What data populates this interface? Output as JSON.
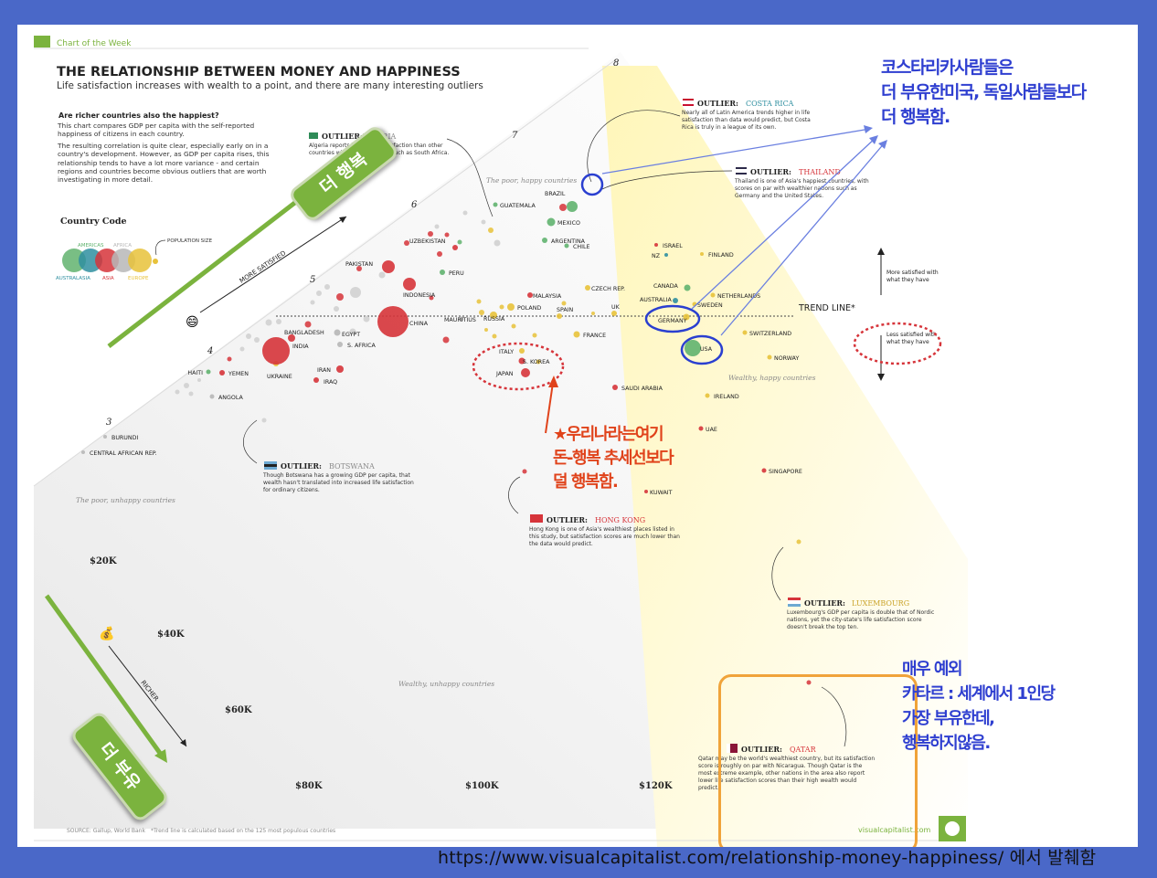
{
  "header": {
    "tag": "Chart of the Week",
    "title": "THE RELATIONSHIP BETWEEN MONEY AND HAPPINESS",
    "subtitle": "Life satisfaction increases with wealth to a point, and there are many interesting outliers",
    "intro_heading": "Are richer countries also the happiest?",
    "intro_p1": "This chart compares GDP per capita with the self-reported happiness of citizens in each country.",
    "intro_p2": "The resulting correlation is quite clear, especially early on in a country's development. However, as GDP per capita rises, this relationship tends to have a lot more variance - and certain regions and countries become obvious outliers that are worth investigating in more detail."
  },
  "legend": {
    "title": "Country Code",
    "population_label": "POPULATION SIZE",
    "regions": [
      {
        "name": "AMERICAS",
        "color": "#61b36f"
      },
      {
        "name": "AFRICA",
        "color": "#b7b7b7"
      },
      {
        "name": "AUSTRALASIA",
        "color": "#2f8fa0"
      },
      {
        "name": "ASIA",
        "color": "#d6343a"
      },
      {
        "name": "EUROPE",
        "color": "#e8c23a"
      }
    ]
  },
  "axes": {
    "satisfaction_ticks": [
      "3",
      "4",
      "5",
      "6",
      "7",
      "8"
    ],
    "gdp_ticks": [
      "$20K",
      "$40K",
      "$60K",
      "$80K",
      "$100K",
      "$120K"
    ],
    "more_satisfied": "MORE SATISFIED",
    "richer": "RICHER",
    "trend_line": "TREND LINE*",
    "above_label": "More satisfied with what they have",
    "below_label": "Less satisfied with what they have"
  },
  "quadrants": {
    "poor_happy": "The poor, happy countries",
    "poor_unhappy": "The poor, unhappy countries",
    "wealthy_happy": "Wealthy, happy countries",
    "wealthy_unhappy": "Wealthy, unhappy countries"
  },
  "outliers": [
    {
      "key": "algeria",
      "label": "OUTLIER:",
      "name": "ALGERIA",
      "text": "Algeria reports higher life satisfaction than other countries with similar wealth, such as South Africa."
    },
    {
      "key": "costa_rica",
      "label": "OUTLIER:",
      "name": "COSTA RICA",
      "text": "Nearly all of Latin America trends higher in life satisfaction than data would predict, but Costa Rica is truly in a league of its own."
    },
    {
      "key": "thailand",
      "label": "OUTLIER:",
      "name": "THAILAND",
      "text": "Thailand is one of Asia's happiest countries, with scores on par with wealthier nations such as Germany and the United States."
    },
    {
      "key": "botswana",
      "label": "OUTLIER:",
      "name": "BOTSWANA",
      "text": "Though Botswana has a growing GDP per capita, that wealth hasn't translated into increased life satisfaction for ordinary citizens."
    },
    {
      "key": "hong_kong",
      "label": "OUTLIER:",
      "name": "HONG KONG",
      "text": "Hong Kong is one of Asia's wealthiest places listed in this study, but satisfaction scores are much lower than the data would predict."
    },
    {
      "key": "luxembourg",
      "label": "OUTLIER:",
      "name": "LUXEMBOURG",
      "text": "Luxembourg's GDP per capita is double that of Nordic nations, yet the city-state's life satisfaction score doesn't break the top ten."
    },
    {
      "key": "qatar",
      "label": "OUTLIER:",
      "name": "QATAR",
      "text": "Qatar may be the world's wealthiest country, but its satisfaction score is roughly on par with Nicaragua. Though Qatar is the most extreme example, other nations in the area also report lower life satisfaction scores than their high wealth would predict."
    }
  ],
  "footer": {
    "source": "SOURCE: Gallup, World Bank",
    "note": "*Trend line is calculated based on the 125 most populous countries",
    "brand": "visualcapitalist.com"
  },
  "annotations": {
    "happier": "더 행복",
    "richer": "더 부유",
    "costa_rica_note": [
      "코스타리카사람들은",
      "더 부유한미국, 독일사람들보다",
      "더 행복함."
    ],
    "korea_note": [
      "★우리나라는여기",
      "돈-행복 추세선보다",
      "덜 행복함."
    ],
    "qatar_note": [
      "매우 예외",
      "카타르 : 세계에서 1인당",
      "가장 부유한데,",
      "행복하지않음."
    ],
    "source_url": "https://www.visualcapitalist.com/relationship-money-happiness/ 에서 발췌함"
  },
  "chart_data": {
    "type": "scatter",
    "title": "THE RELATIONSHIP BETWEEN MONEY AND HAPPINESS",
    "ylabel": "MORE SATISFIED",
    "xlabel": "RICHER",
    "points": [
      {
        "name": "BURUNDI",
        "region": "AFRICA"
      },
      {
        "name": "CENTRAL AFRICAN REP.",
        "region": "AFRICA"
      },
      {
        "name": "HAITI",
        "region": "AMERICAS"
      },
      {
        "name": "YEMEN",
        "region": "ASIA"
      },
      {
        "name": "ANGOLA",
        "region": "AFRICA"
      },
      {
        "name": "UKRAINE",
        "region": "EUROPE"
      },
      {
        "name": "INDIA",
        "region": "ASIA"
      },
      {
        "name": "BANGLADESH",
        "region": "ASIA"
      },
      {
        "name": "EGYPT",
        "region": "AFRICA"
      },
      {
        "name": "S. AFRICA",
        "region": "AFRICA"
      },
      {
        "name": "IRAN",
        "region": "ASIA"
      },
      {
        "name": "IRAQ",
        "region": "ASIA"
      },
      {
        "name": "PAKISTAN",
        "region": "ASIA"
      },
      {
        "name": "INDONESIA",
        "region": "ASIA"
      },
      {
        "name": "CHINA",
        "region": "ASIA"
      },
      {
        "name": "UZBEKISTAN",
        "region": "ASIA"
      },
      {
        "name": "PERU",
        "region": "AMERICAS"
      },
      {
        "name": "MAURITIUS",
        "region": "AFRICA"
      },
      {
        "name": "RUSSIA",
        "region": "EUROPE"
      },
      {
        "name": "GUATEMALA",
        "region": "AMERICAS"
      },
      {
        "name": "BRAZIL",
        "region": "AMERICAS"
      },
      {
        "name": "MEXICO",
        "region": "AMERICAS"
      },
      {
        "name": "ARGENTINA",
        "region": "AMERICAS"
      },
      {
        "name": "CHILE",
        "region": "AMERICAS"
      },
      {
        "name": "MALAYSIA",
        "region": "ASIA"
      },
      {
        "name": "POLAND",
        "region": "EUROPE"
      },
      {
        "name": "SPAIN",
        "region": "EUROPE"
      },
      {
        "name": "CZECH REP.",
        "region": "EUROPE"
      },
      {
        "name": "UK",
        "region": "EUROPE"
      },
      {
        "name": "FRANCE",
        "region": "EUROPE"
      },
      {
        "name": "ITALY",
        "region": "EUROPE"
      },
      {
        "name": "S. KOREA",
        "region": "ASIA"
      },
      {
        "name": "JAPAN",
        "region": "ASIA"
      },
      {
        "name": "SAUDI ARABIA",
        "region": "ASIA"
      },
      {
        "name": "ISRAEL",
        "region": "ASIA"
      },
      {
        "name": "NZ",
        "region": "AUSTRALASIA"
      },
      {
        "name": "FINLAND",
        "region": "EUROPE"
      },
      {
        "name": "CANADA",
        "region": "AMERICAS"
      },
      {
        "name": "AUSTRALIA",
        "region": "AUSTRALASIA"
      },
      {
        "name": "NETHERLANDS",
        "region": "EUROPE"
      },
      {
        "name": "SWEDEN",
        "region": "EUROPE"
      },
      {
        "name": "GERMANY",
        "region": "EUROPE"
      },
      {
        "name": "USA",
        "region": "AMERICAS"
      },
      {
        "name": "SWITZERLAND",
        "region": "EUROPE"
      },
      {
        "name": "NORWAY",
        "region": "EUROPE"
      },
      {
        "name": "IRELAND",
        "region": "EUROPE"
      },
      {
        "name": "UAE",
        "region": "ASIA"
      },
      {
        "name": "SINGAPORE",
        "region": "ASIA"
      },
      {
        "name": "KUWAIT",
        "region": "ASIA"
      }
    ]
  }
}
